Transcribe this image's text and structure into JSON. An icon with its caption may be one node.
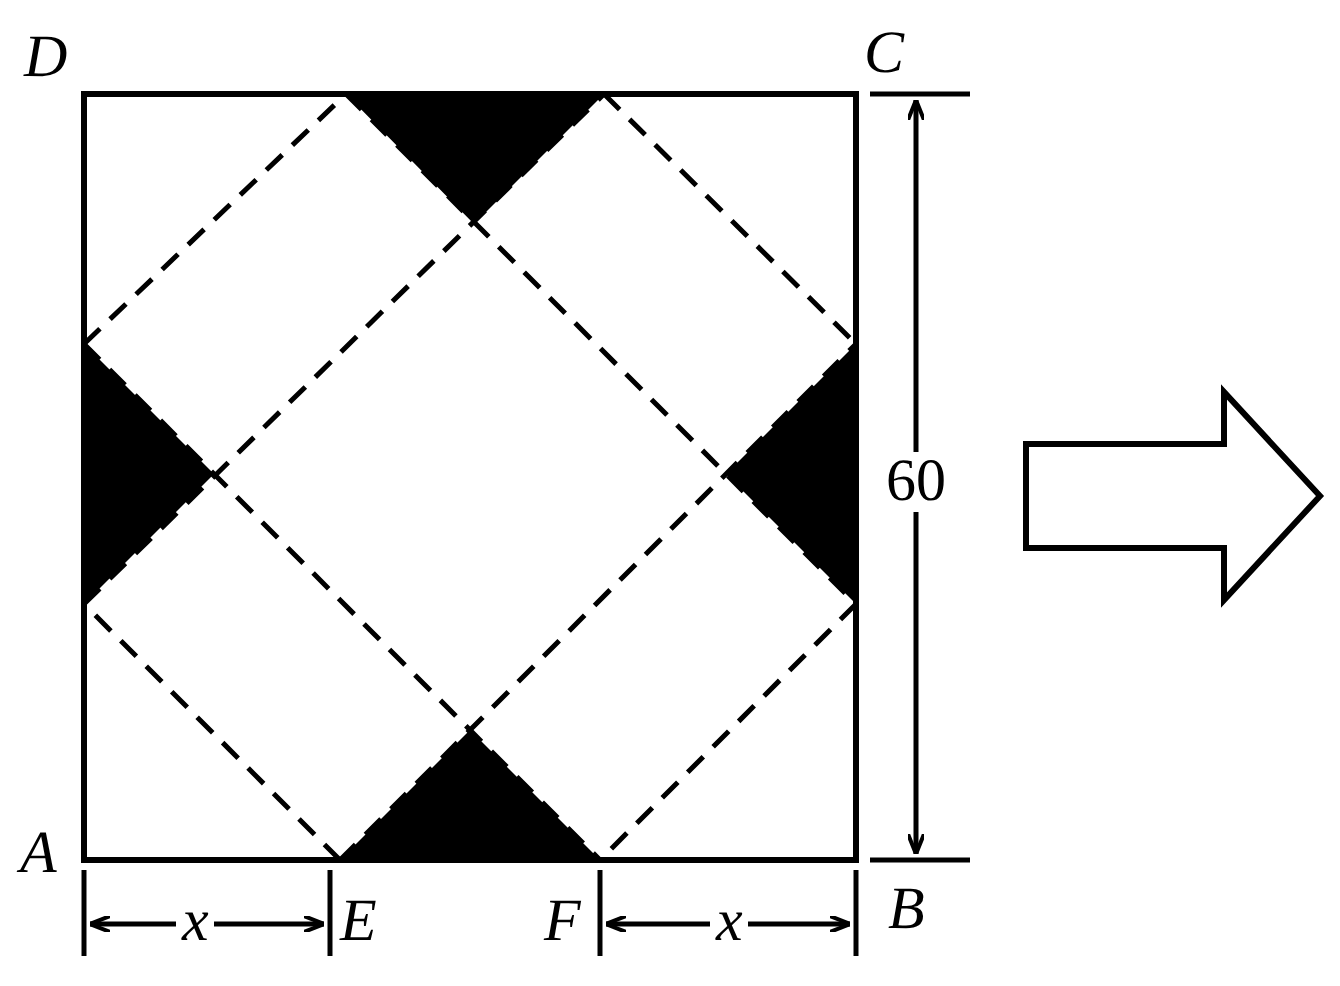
{
  "diagram": {
    "labels": [
      "D",
      "C",
      "60",
      "A",
      "B",
      "x",
      "E",
      "F",
      "x"
    ]
  }
}
